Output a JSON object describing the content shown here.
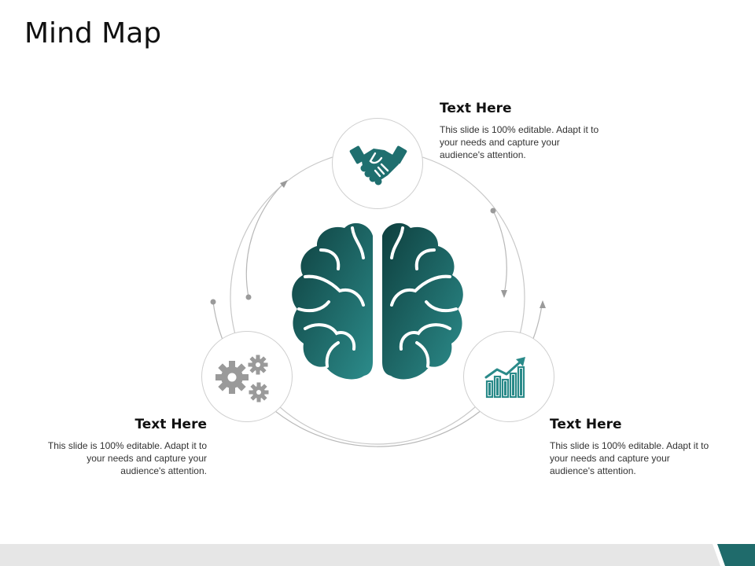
{
  "page": {
    "title": "Mind Map"
  },
  "center": {
    "icon": "brain-icon",
    "gradient": [
      "#0e3f3e",
      "#2c8c8b"
    ]
  },
  "nodes": [
    {
      "id": "top",
      "icon": "handshake-icon",
      "heading": "Text Here",
      "body": "This slide is 100% editable. Adapt it to your needs and capture your audience's attention."
    },
    {
      "id": "left",
      "icon": "gears-icon",
      "heading": "Text Here",
      "body": "This slide is 100% editable. Adapt it to your needs and capture your audience's attention."
    },
    {
      "id": "right",
      "icon": "growth-chart-icon",
      "heading": "Text Here",
      "body": "This slide is 100% editable. Adapt it to your needs and capture your audience's attention."
    }
  ],
  "colors": {
    "teal": "#1f6f6f",
    "gray_icon": "#9a9a9a",
    "ring": "#c8c8c8",
    "footer": "#e6e6e6",
    "accent": "#1f6b6b"
  }
}
